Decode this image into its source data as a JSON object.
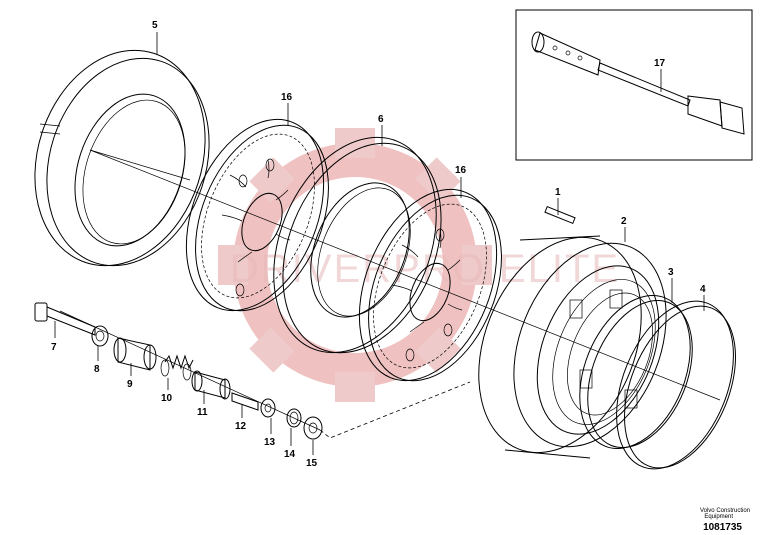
{
  "diagram": {
    "watermark_text": "DRIVERPRO ELITE",
    "footer": {
      "company_line1": "Volvo Construction",
      "company_line2": "Equipment",
      "drawing_number": "1081735"
    },
    "callouts": [
      {
        "id": "5",
        "text": "5"
      },
      {
        "id": "16a",
        "text": "16"
      },
      {
        "id": "6",
        "text": "6"
      },
      {
        "id": "16b",
        "text": "16"
      },
      {
        "id": "17",
        "text": "17"
      },
      {
        "id": "1",
        "text": "1"
      },
      {
        "id": "2",
        "text": "2"
      },
      {
        "id": "3",
        "text": "3"
      },
      {
        "id": "4",
        "text": "4"
      },
      {
        "id": "7",
        "text": "7"
      },
      {
        "id": "8",
        "text": "8"
      },
      {
        "id": "9",
        "text": "9"
      },
      {
        "id": "10",
        "text": "10"
      },
      {
        "id": "11",
        "text": "11"
      },
      {
        "id": "12",
        "text": "12"
      },
      {
        "id": "13",
        "text": "13"
      },
      {
        "id": "14",
        "text": "14"
      },
      {
        "id": "15",
        "text": "15"
      }
    ]
  }
}
